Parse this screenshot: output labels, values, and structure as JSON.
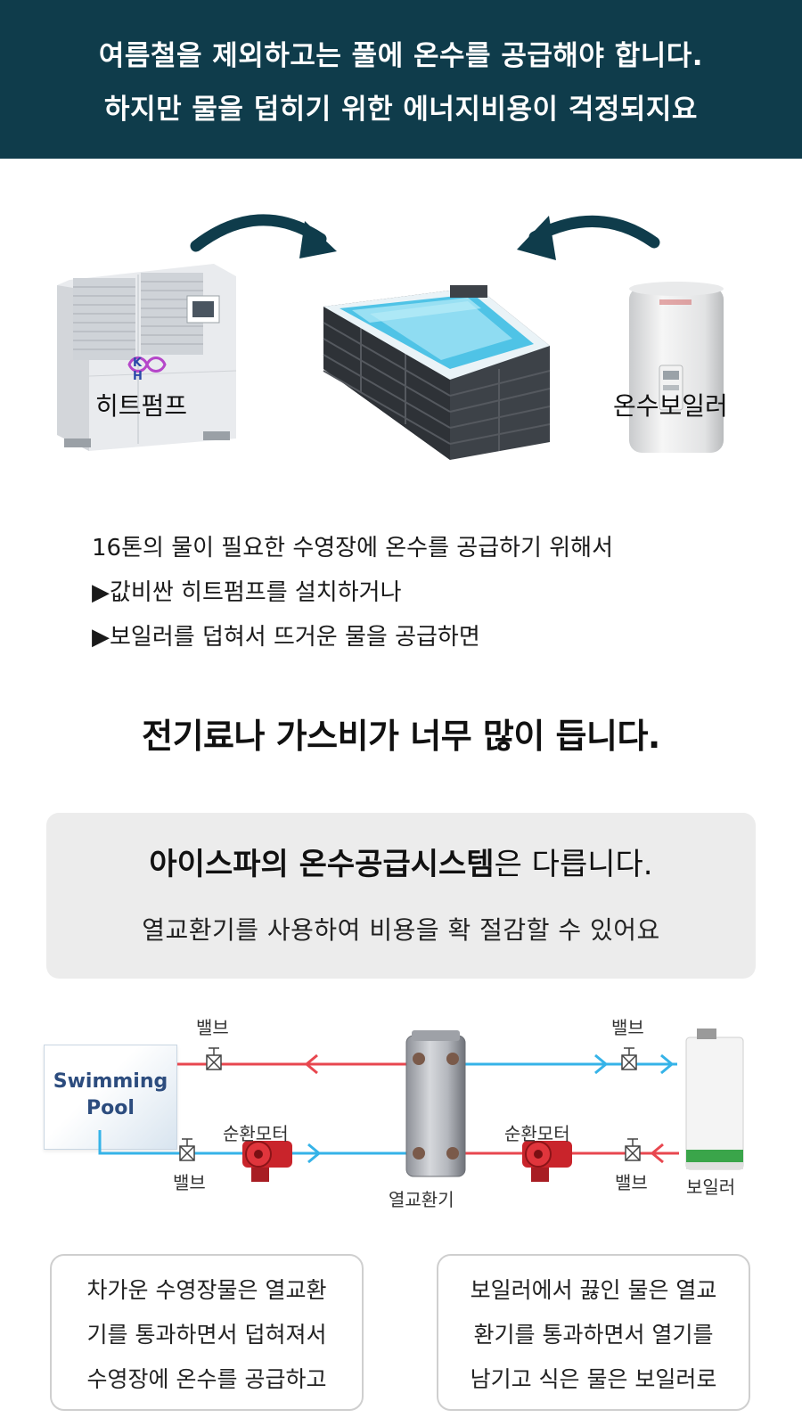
{
  "banner": {
    "line1": "여름철을 제외하고는 풀에 온수를 공급해야 합니다.",
    "line2": "하지만 물을 덥히기 위한 에너지비용이 걱정되지요"
  },
  "illustration": {
    "heatpump_label": "히트펌프",
    "boiler_label": "온수보일러",
    "heatpump_logo": "K H"
  },
  "description": [
    "16톤의 물이 필요한 수영장에 온수를 공급하기 위해서",
    "▶값비싼 히트펌프를 설치하거나",
    "▶보일러를 덥혀서 뜨거운 물을 공급하면"
  ],
  "headline": "전기료나 가스비가 너무 많이 듭니다.",
  "highlight": {
    "bold": "아이스파의 온수공급시스템",
    "rest": "은 다릅니다.",
    "sub": "열교환기를 사용하여 비용을 확 절감할 수 있어요"
  },
  "diagram": {
    "pool_line1": "Swimming",
    "pool_line2": "Pool",
    "valve_top_left": "밸브",
    "valve_top_right": "밸브",
    "valve_bottom_left": "밸브",
    "valve_bottom_right": "밸브",
    "pump_left": "순환모터",
    "pump_right": "순환모터",
    "exchanger": "열교환기",
    "boiler": "보일러",
    "hot_color": "#e8474f",
    "cold_color": "#35b3e8"
  },
  "notes": {
    "left": [
      "차가운 수영장물은 열교환",
      "기를 통과하면서 덥혀져서",
      "수영장에 온수를 공급하고"
    ],
    "right": [
      "보일러에서 끓인 물은 열교",
      "환기를 통과하면서 열기를",
      "남기고 식은 물은 보일러로"
    ]
  }
}
